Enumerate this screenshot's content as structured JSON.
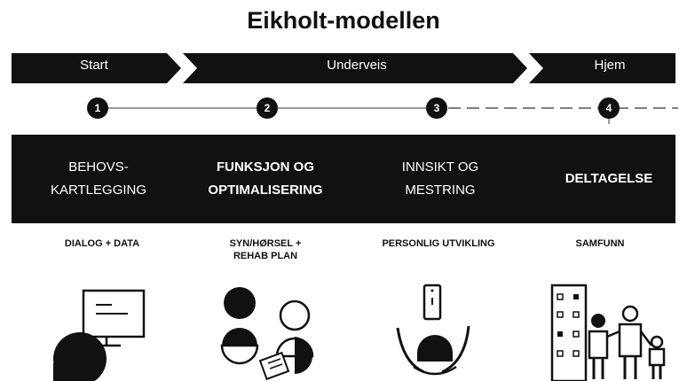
{
  "title": "Eikholt-modellen",
  "phases": [
    {
      "label": "Start"
    },
    {
      "label": "Underveis"
    },
    {
      "label": "Hjem"
    }
  ],
  "steps": [
    {
      "number": "1",
      "name_line1": "BEHOVS-",
      "name_line2": "KARTLEGGING",
      "focus_line1": "DIALOG + DATA",
      "focus_line2": ""
    },
    {
      "number": "2",
      "name_line1": "FUNKSJON OG",
      "name_line2": "OPTIMALISERING",
      "focus_line1": "SYN/HØRSEL +",
      "focus_line2": "REHAB PLAN"
    },
    {
      "number": "3",
      "name_line1": "INNSIKT OG",
      "name_line2": "MESTRING",
      "focus_line1": "PERSONLIG UTVIKLING",
      "focus_line2": ""
    },
    {
      "number": "4",
      "name_line1": "DELTAGELSE",
      "name_line2": "",
      "focus_line1": "SAMFUNN",
      "focus_line2": ""
    }
  ],
  "colors": {
    "ink": "#111111",
    "background": "#ffffff",
    "text_on_dark": "#ffffff"
  },
  "illustrations": [
    "person-at-screen-icon",
    "consultation-icon",
    "person-with-cane-icon",
    "family-city-icon"
  ]
}
